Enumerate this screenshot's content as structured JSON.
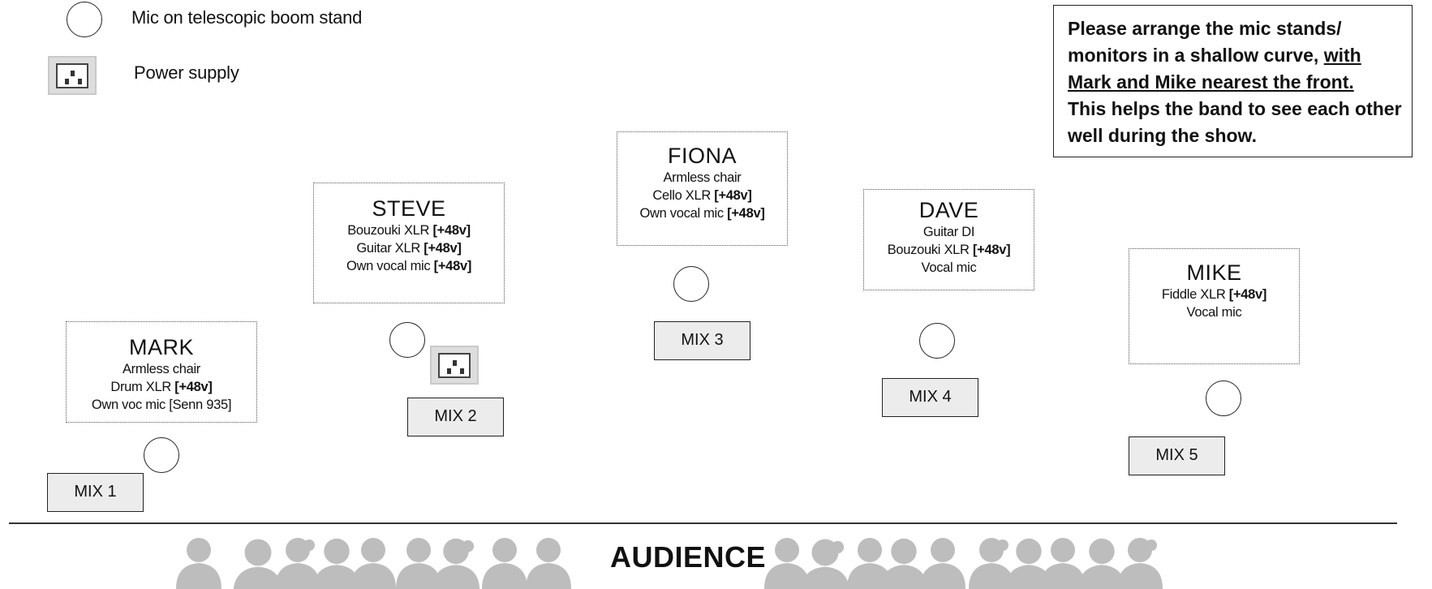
{
  "legend": {
    "mic_label": "Mic on telescopic boom stand",
    "power_label": "Power supply"
  },
  "note": {
    "line1": "Please arrange the mic stands/",
    "line2_plain": "monitors in a shallow curve, ",
    "line2_underlined": "with",
    "line3_underlined": "Mark and Mike nearest the front.",
    "line4": "This helps the band to see each other",
    "line5": "well during the show."
  },
  "players": {
    "mark": {
      "name": "MARK",
      "l1": "Armless chair",
      "l2a": "Drum XLR ",
      "l2b": "[+48v]",
      "l3": "Own voc mic [Senn 935]"
    },
    "steve": {
      "name": "STEVE",
      "l1a": "Bouzouki XLR ",
      "l1b": "[+48v]",
      "l2a": "Guitar XLR ",
      "l2b": "[+48v]",
      "l3a": "Own vocal mic ",
      "l3b": "[+48v]"
    },
    "fiona": {
      "name": "FIONA",
      "l1": "Armless chair",
      "l2a": "Cello XLR ",
      "l2b": "[+48v]",
      "l3a": "Own vocal mic ",
      "l3b": "[+48v]"
    },
    "dave": {
      "name": "DAVE",
      "l1": "Guitar DI",
      "l2a": "Bouzouki XLR ",
      "l2b": "[+48v]",
      "l3": "Vocal mic"
    },
    "mike": {
      "name": "MIKE",
      "l1a": "Fiddle XLR ",
      "l1b": "[+48v]",
      "l2": "Vocal mic"
    }
  },
  "monitors": [
    "MIX 1",
    "MIX 2",
    "MIX 3",
    "MIX 4",
    "MIX 5"
  ],
  "audience_label": "AUDIENCE",
  "colors": {
    "mix_fill": "#ececec",
    "crowd": "#bdbdbd"
  }
}
